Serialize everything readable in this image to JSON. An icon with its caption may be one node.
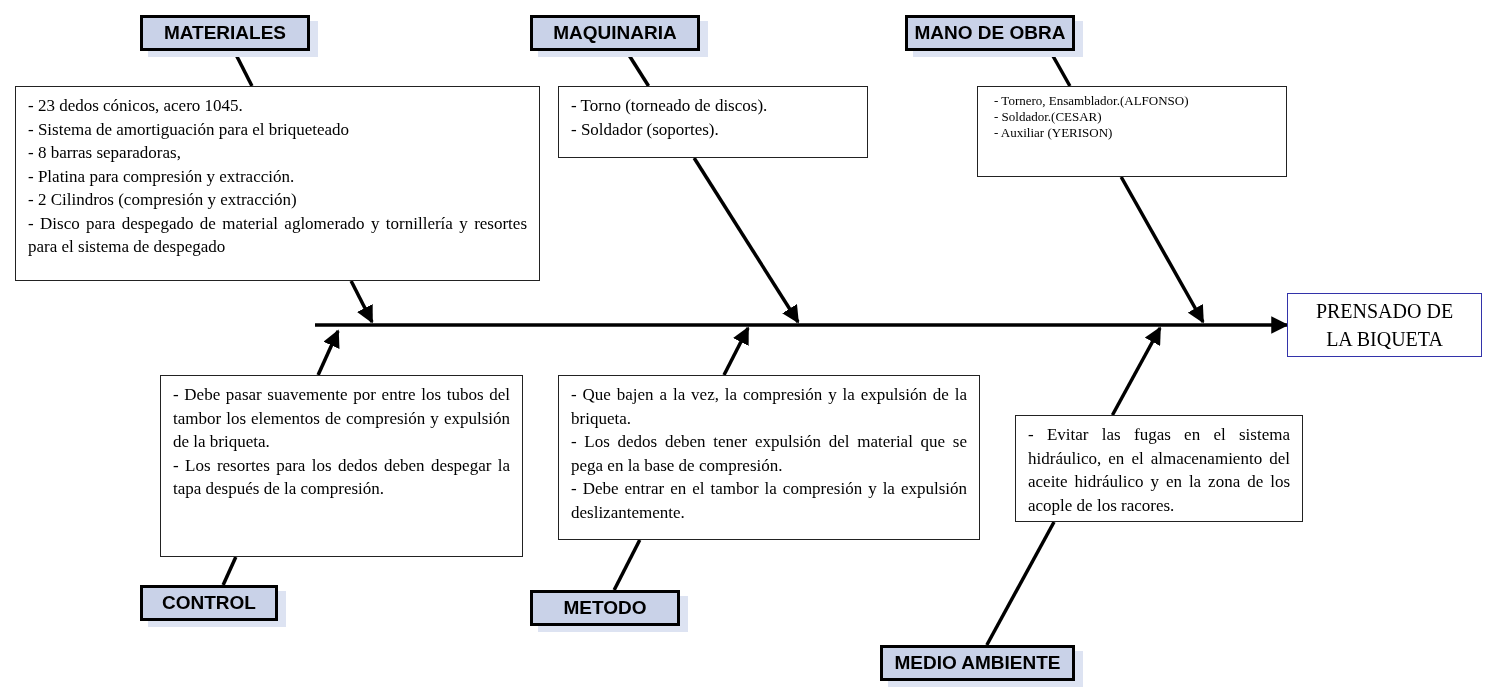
{
  "diagram": {
    "nodes": [
      {
        "text": [
          "MATERIALES"
        ]
      },
      {
        "text": [
          "MAQUINARIA"
        ]
      },
      {
        "text": [
          "MANO DE OBRA"
        ]
      },
      {
        "text": [
          "- 23 dedos cónicos, acero 1045.",
          "- Sistema de amortiguación para el briqueteado",
          "- 8 barras separadoras,",
          "- Platina para compresión y extracción.",
          "- 2 Cilindros (compresión y extracción)",
          "- Disco para despegado de material aglomerado y tornillería y resortes para el sistema de despegado"
        ]
      },
      {
        "text": [
          "- Torno (torneado de discos).",
          "- Soldador (soportes)."
        ]
      },
      {
        "text": [
          "- Tornero, Ensamblador.(ALFONSO)",
          "- Soldador.(CESAR)",
          "- Auxiliar (YERISON)"
        ]
      },
      {
        "text": [
          "PRENSADO DE LA BIQUETA"
        ]
      },
      {
        "text": [
          "- Debe pasar suavemente por entre los tubos del tambor los elementos de compresión y expulsión de la briqueta.",
          "- Los resortes para los dedos deben despegar la tapa después de la compresión."
        ]
      },
      {
        "text": [
          "- Que bajen a la vez, la compresión y la expulsión de la briqueta.",
          "- Los dedos deben tener expulsión del material que se pega en la base de compresión.",
          "- Debe entrar en el tambor la compresión y la expulsión deslizantemente."
        ]
      },
      {
        "text": [
          "- Evitar las fugas en el sistema hidráulico, en el almacenamiento del aceite hidráulico y en la zona de los acople de los racores."
        ]
      },
      {
        "text": [
          "CONTROL"
        ]
      },
      {
        "text": [
          "METODO"
        ]
      },
      {
        "text": [
          "MEDIO AMBIENTE"
        ]
      }
    ],
    "edges": [
      {
        "from": 0,
        "to": 3,
        "arrow": "none"
      },
      {
        "from": 3,
        "to": null,
        "arrow": "to"
      },
      {
        "from": 1,
        "to": 4,
        "arrow": "none"
      },
      {
        "from": 4,
        "to": null,
        "arrow": "to"
      },
      {
        "from": 2,
        "to": 5,
        "arrow": "none"
      },
      {
        "from": 5,
        "to": null,
        "arrow": "to"
      },
      {
        "from": 10,
        "to": 7,
        "arrow": "none"
      },
      {
        "from": 7,
        "to": null,
        "arrow": "to"
      },
      {
        "from": 11,
        "to": 8,
        "arrow": "none"
      },
      {
        "from": 8,
        "to": null,
        "arrow": "to"
      },
      {
        "from": 12,
        "to": 9,
        "arrow": "none"
      },
      {
        "from": 9,
        "to": null,
        "arrow": "to"
      },
      {
        "from": null,
        "to": 6,
        "arrow": "to"
      }
    ]
  }
}
